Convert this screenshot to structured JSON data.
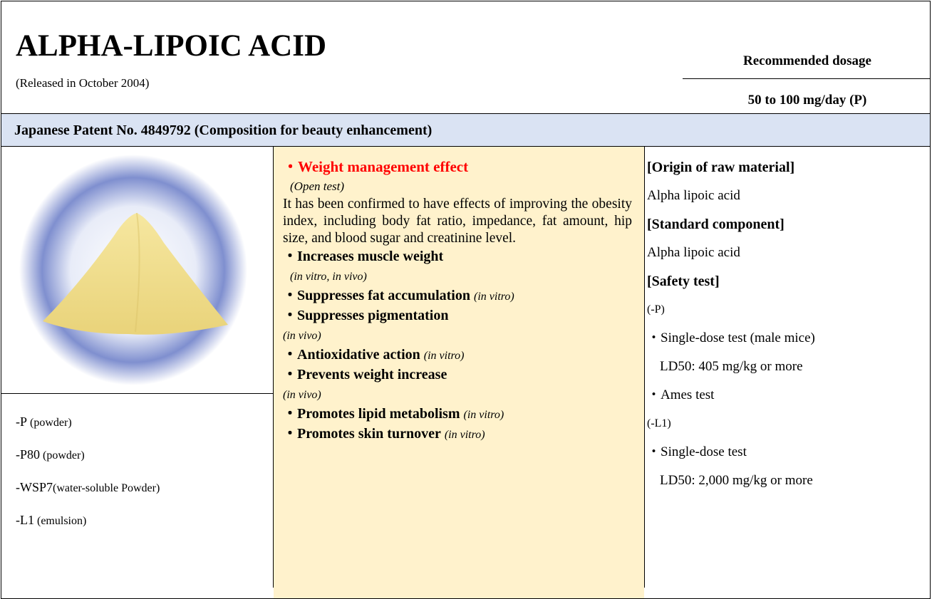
{
  "header": {
    "title": "ALPHA-LIPOIC ACID",
    "released": "(Released in October 2004)",
    "dosage_label": "Recommended dosage",
    "dosage_value": "50 to 100 mg/day (P)"
  },
  "patent": "Japanese Patent No. 4849792 (Composition for beauty enhancement)",
  "forms": [
    {
      "code": "-P",
      "desc": " (powder)"
    },
    {
      "code": "-P80",
      "desc": " (powder)"
    },
    {
      "code": "-WSP7",
      "desc": "(water-soluble Powder)"
    },
    {
      "code": "-L1",
      "desc": " (emulsion)"
    }
  ],
  "effects": {
    "weight_head": "・Weight management effect",
    "open_test": "(Open test)",
    "weight_text": "It has been confirmed to have effects of improving the obesity index, including body fat ratio, impedance, fat amount, hip size, and blood sugar and creatinine level.",
    "muscle": "・Increases muscle weight",
    "muscle_note": "(in vitro, in vivo)",
    "fat": "・Suppresses fat accumulation",
    "fat_note": "(in vitro)",
    "pigment": "・Suppresses pigmentation",
    "pigment_note": "(in vivo)",
    "antiox": "・Antioxidative action",
    "antiox_note": "(in vitro)",
    "prevent": "・Prevents weight increase",
    "prevent_note": "(in vivo)",
    "lipid": "・Promotes lipid metabolism",
    "lipid_note": "(in vitro)",
    "skin": "・Promotes skin turnover",
    "skin_note": "(in vitro)"
  },
  "info": {
    "origin_head": "[Origin of raw material]",
    "origin_value": "Alpha lipoic acid",
    "standard_head": "[Standard component]",
    "standard_value": "Alpha lipoic acid",
    "safety_head": "[Safety test]",
    "p_label": "(-P)",
    "p_single": "・Single-dose test (male mice)",
    "p_ld50": "LD50: 405 mg/kg or more",
    "ames": "・Ames test",
    "l1_label": "(-L1)",
    "l1_single": "・Single-dose test",
    "l1_ld50": "LD50: 2,000 mg/kg or more"
  },
  "colors": {
    "band": "#dae3f3",
    "highlight": "#fff2cc",
    "accent": "#ff0000"
  }
}
